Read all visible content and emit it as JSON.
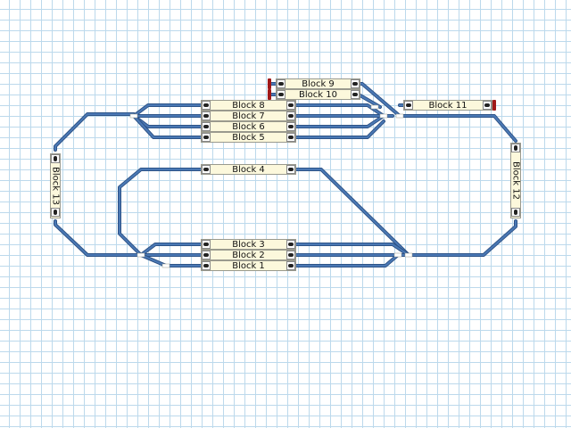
{
  "blocks": [
    {
      "id": "b9",
      "label": "Block 9"
    },
    {
      "id": "b10",
      "label": "Block 10"
    },
    {
      "id": "b8",
      "label": "Block 8"
    },
    {
      "id": "b7",
      "label": "Block 7"
    },
    {
      "id": "b6",
      "label": "Block 6"
    },
    {
      "id": "b5",
      "label": "Block 5"
    },
    {
      "id": "b11",
      "label": "Block 11"
    },
    {
      "id": "b4",
      "label": "Block 4"
    },
    {
      "id": "b3",
      "label": "Block 3"
    },
    {
      "id": "b2",
      "label": "Block 2"
    },
    {
      "id": "b1",
      "label": "Block 1"
    },
    {
      "id": "b13",
      "label": "Block 13"
    },
    {
      "id": "b12",
      "label": "Block 12"
    }
  ],
  "colors": {
    "track": "#4a78b4",
    "track_edge": "#2b4f82",
    "block_fill": "#fcf8dc",
    "grid": "#bcd9ec",
    "buffer_stop": "#a01818",
    "switch_highlight": "#ffffff"
  },
  "icons": {
    "signal": "signal-icon",
    "buffer": "buffer-stop-icon"
  }
}
